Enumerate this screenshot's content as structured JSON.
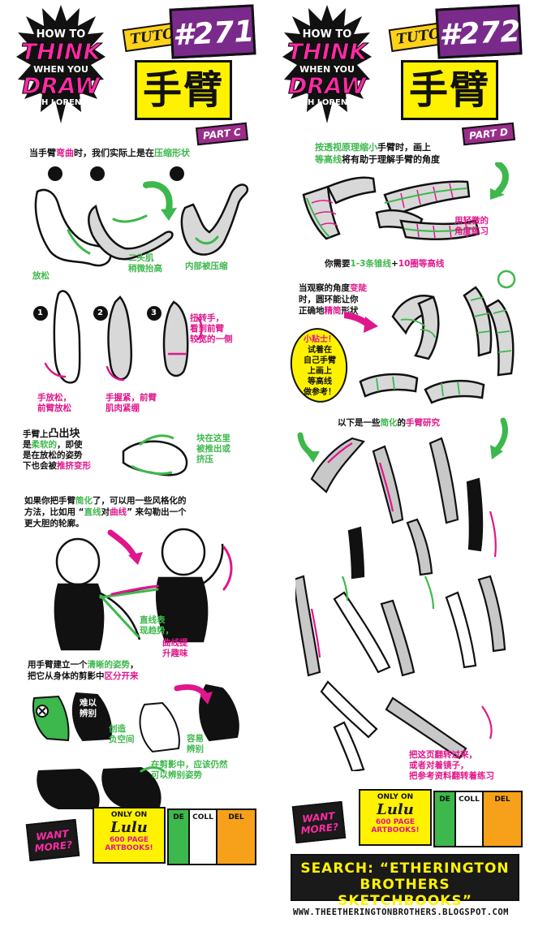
{
  "logo": {
    "how_to": "HOW TO",
    "think": "THINK",
    "when_you": "WHEN YOU",
    "draw": "DRAW",
    "with": "WITH LORENZO!"
  },
  "left": {
    "tutorial_label": "TUTORIAL",
    "tutorial_number": "#271",
    "title": "手臂",
    "part": "PART C",
    "intro_a": "当手臂",
    "intro_b": "弯曲",
    "intro_c": "时，我们实际上是在",
    "intro_d": "压缩形状",
    "step_numbers": [
      "1",
      "2",
      "3"
    ],
    "cap_relax": "放松",
    "cap_biceps_1": "二头肌",
    "cap_biceps_2": "稍微抬高",
    "cap_inner_1": "内部被压缩",
    "cap_hand_relax_1": "手放松，",
    "cap_hand_relax_2": "前臂放松",
    "cap_fist_1": "手握紧，前臂",
    "cap_fist_2": "肌肉紧绷",
    "cap_twist_1": "扭转手，",
    "cap_twist_2": "看到前臂",
    "cap_twist_3": "较宽的一侧",
    "bump_a": "手臂上",
    "bump_b": "凸出块",
    "bump_c": "是",
    "bump_d": "柔软的",
    "bump_e": "，即使",
    "bump_f": "是在放松的姿势",
    "bump_g": "下也会被",
    "bump_h": "推挤变形",
    "cap_push_1": "块在这里",
    "cap_push_2": "被推出或",
    "cap_push_3": "挤压",
    "simplify_a": "如果你把手臂",
    "simplify_b": "简化",
    "simplify_c": "了，可以用一些风格化的",
    "simplify_d": "方法，比如用 “",
    "simplify_e": "直线",
    "simplify_f": "对",
    "simplify_g": "曲线",
    "simplify_h": "” 来勾勒出一个",
    "simplify_i": "更大胆的轮廓。",
    "cap_straight_1": "直线表",
    "cap_straight_2": "现趋势，",
    "cap_curve_1": "曲线提",
    "cap_curve_2": "升趣味",
    "silhouette_a": "用手臂建立一个",
    "silhouette_b": "清晰的姿势",
    "silhouette_c": "，",
    "silhouette_d": "把它从身体的剪影中",
    "silhouette_e": "区分开来",
    "cap_hard_1": "难以",
    "cap_hard_2": "辨别",
    "cap_neg_1": "创造",
    "cap_neg_2": "负空间",
    "cap_easy_1": "容易",
    "cap_easy_2": "辨别",
    "cap_sil_1": "在剪影中，应该仍然",
    "cap_sil_2": "可以辨别姿势"
  },
  "right": {
    "tutorial_label": "TUTORIAL",
    "tutorial_number": "#272",
    "title": "手臂",
    "part": "PART D",
    "intro_a": "按透视原理缩小",
    "intro_b": "手臂时，画上",
    "intro_c": "等高线",
    "intro_d": "将有助于理解手臂的角度",
    "cap_angle_1": "用轻微的",
    "cap_angle_2": "角度练习",
    "need_a": "你需要",
    "need_b": "1-3条锥线",
    "need_c": "+",
    "need_d": "10圈等高线",
    "steep_a": "当观察的角度",
    "steep_b": "变陡",
    "steep_c": "时，圆环能让你",
    "steep_d": "正确地",
    "steep_e": "精简",
    "steep_f": "形状",
    "tip_title": "小贴士！",
    "tip_1": "试着在",
    "tip_2": "自己手臂",
    "tip_3": "上画上",
    "tip_4": "等高线",
    "tip_5": "做参考！",
    "study_a": "以下是一些",
    "study_b": "简化",
    "study_c": "的",
    "study_d": "手臂研究",
    "flip_1": "把这页翻转过来，",
    "flip_2": "或者对着镜子，",
    "flip_3": "把参考资料翻转着练习"
  },
  "promo": {
    "want_1": "WANT",
    "want_2": "MORE?",
    "only_on": "ONLY ON",
    "lulu": "Lulu",
    "artbooks_1": "600 PAGE",
    "artbooks_2": "ARTBOOKS!",
    "book_1": "DE",
    "book_2": "COLL",
    "book_3": "DEL"
  },
  "search": {
    "label": "SEARCH:",
    "term_1": "“ETHERINGTON",
    "term_2": "BROTHERS SKETCHBOOKS”"
  },
  "url": "WWW.THEETHERINGTONBROTHERS.BLOGSPOT.COM",
  "colors": {
    "magenta": "#e0168c",
    "green": "#3db84c",
    "yellow": "#fff200",
    "purple": "#7a2a8a",
    "ink": "#111111",
    "skin_grey": "#d8d8d8"
  }
}
